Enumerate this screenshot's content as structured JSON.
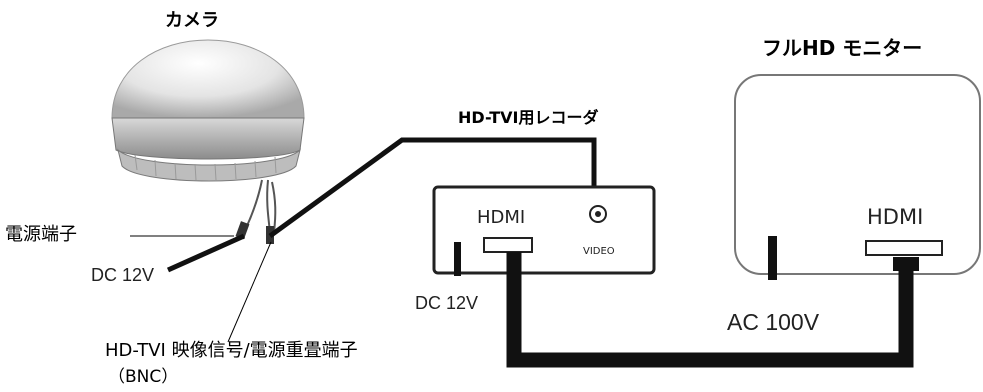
{
  "camera": {
    "title": "カメラ"
  },
  "recorder": {
    "title": "HD-TVI用レコーダ",
    "hdmi_label": "HDMI",
    "video_label": "VIDEO"
  },
  "monitor": {
    "title": "フルHD モニター",
    "hdmi_label": "HDMI"
  },
  "labels": {
    "power_terminal": "電源端子",
    "camera_power": "DC 12V",
    "recorder_power": "DC 12V",
    "monitor_power": "AC 100V",
    "tvi_terminal": "HD-TVI 映像信号/電源重畳端子",
    "bnc": "（BNC）"
  },
  "colors": {
    "cable": "#111111",
    "box_stroke": "#222222",
    "monitor_stroke": "#777777"
  }
}
